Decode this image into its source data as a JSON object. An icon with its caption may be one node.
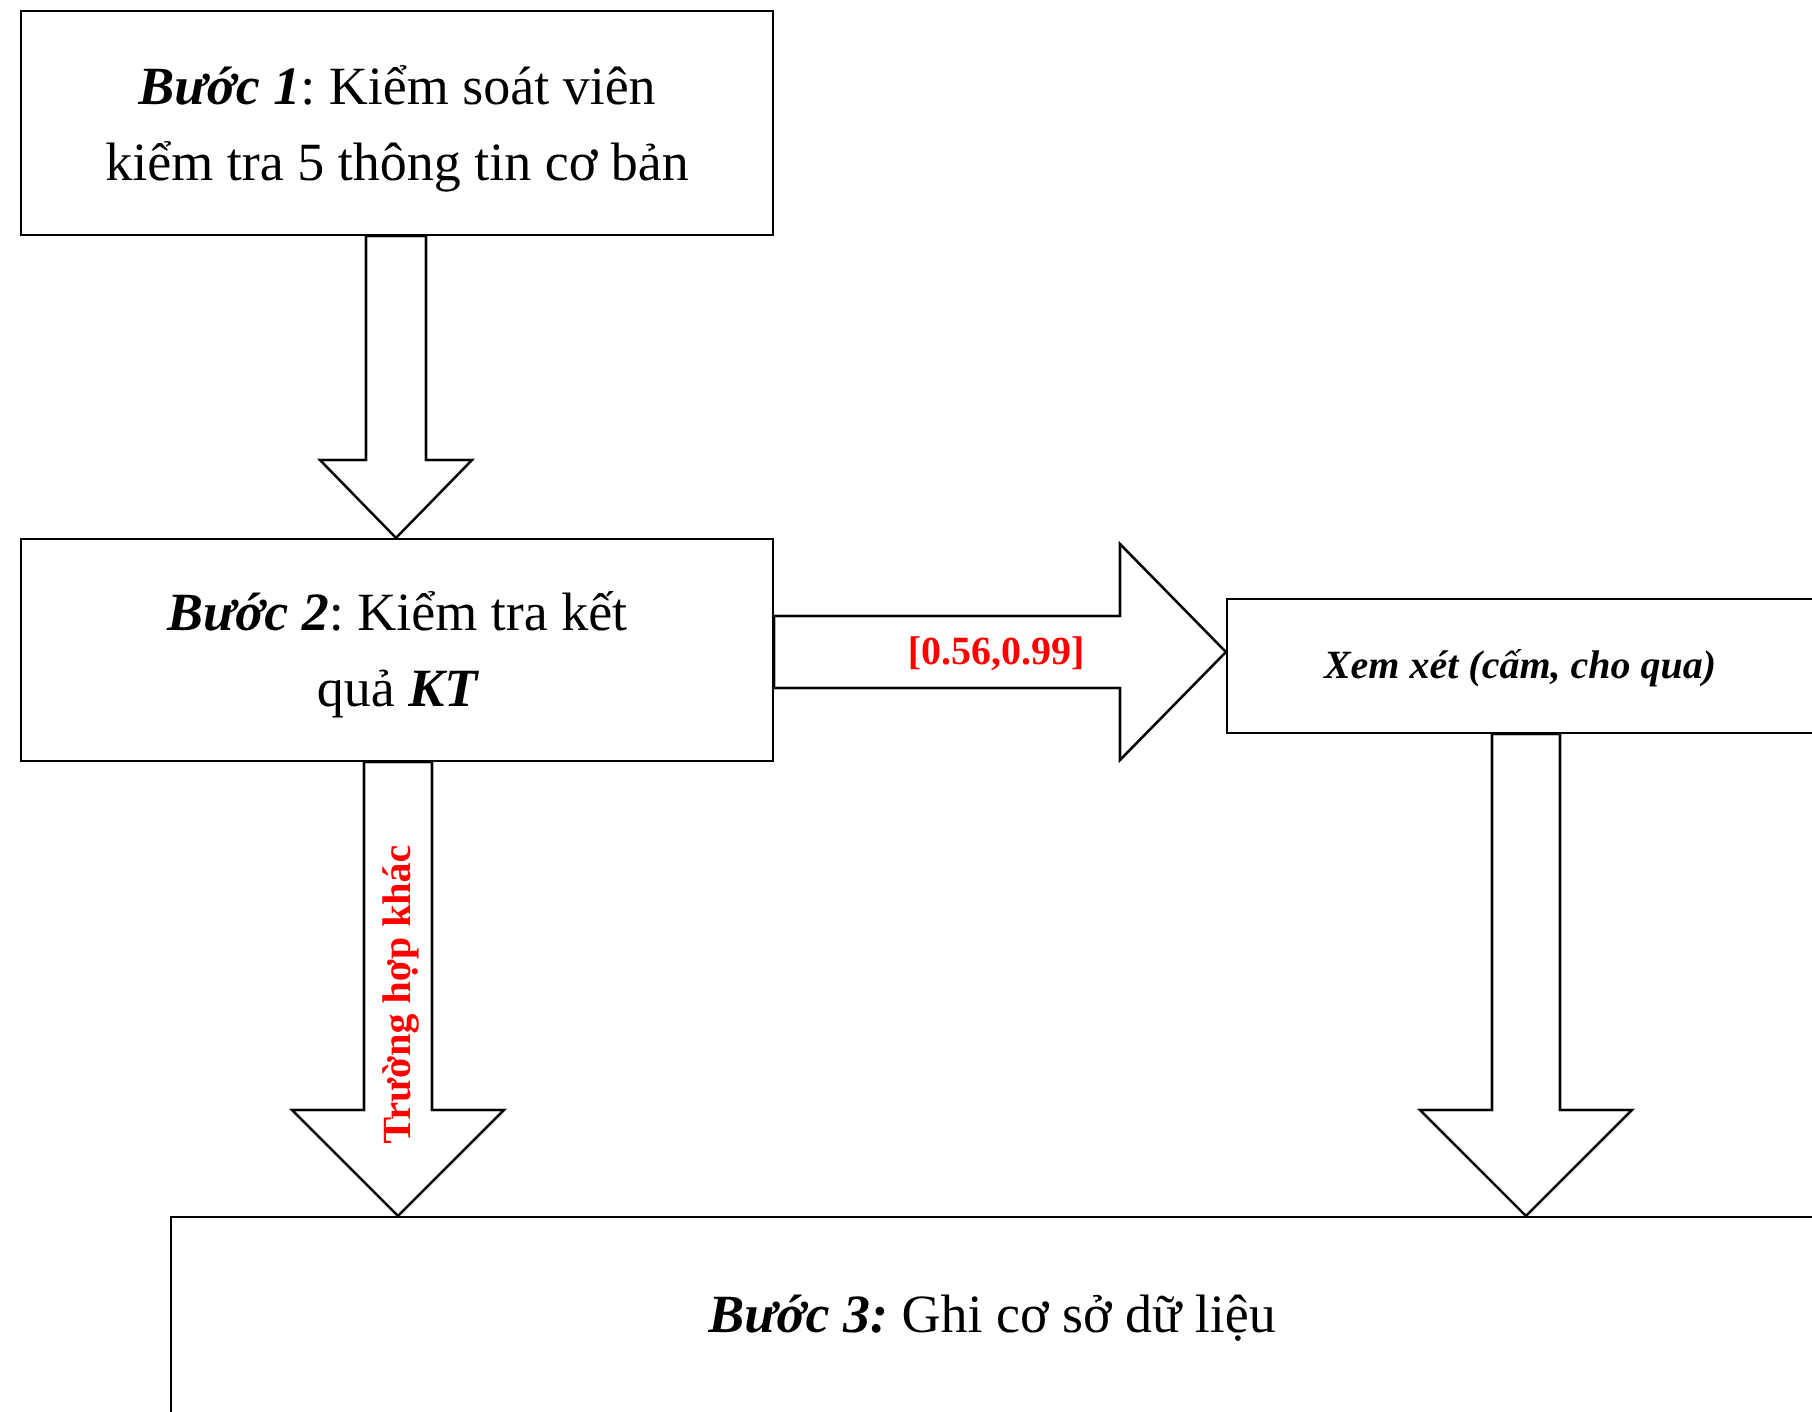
{
  "diagram": {
    "nodes": [
      {
        "text": [
          "**Bước 1**: Kiểm soát viên kiểm tra 5 thông tin cơ bản"
        ]
      },
      {
        "text": [
          "**Bước 2**: Kiểm tra kết quả **KT**"
        ]
      },
      {
        "text": [
          "Xem xét (cấm, cho qua)"
        ]
      },
      {
        "text": [
          "**Bước 3:** Ghi cơ sở dữ liệu"
        ]
      }
    ],
    "edges": [
      {
        "from": 0,
        "to": 1,
        "arrow": "to"
      },
      {
        "from": 1,
        "to": 2,
        "arrow": "to",
        "label": "[0.56,0.99]"
      },
      {
        "from": 1,
        "to": 3,
        "arrow": "to",
        "label": "Trường hợp khác"
      },
      {
        "from": 2,
        "to": 3,
        "arrow": "to"
      }
    ]
  }
}
